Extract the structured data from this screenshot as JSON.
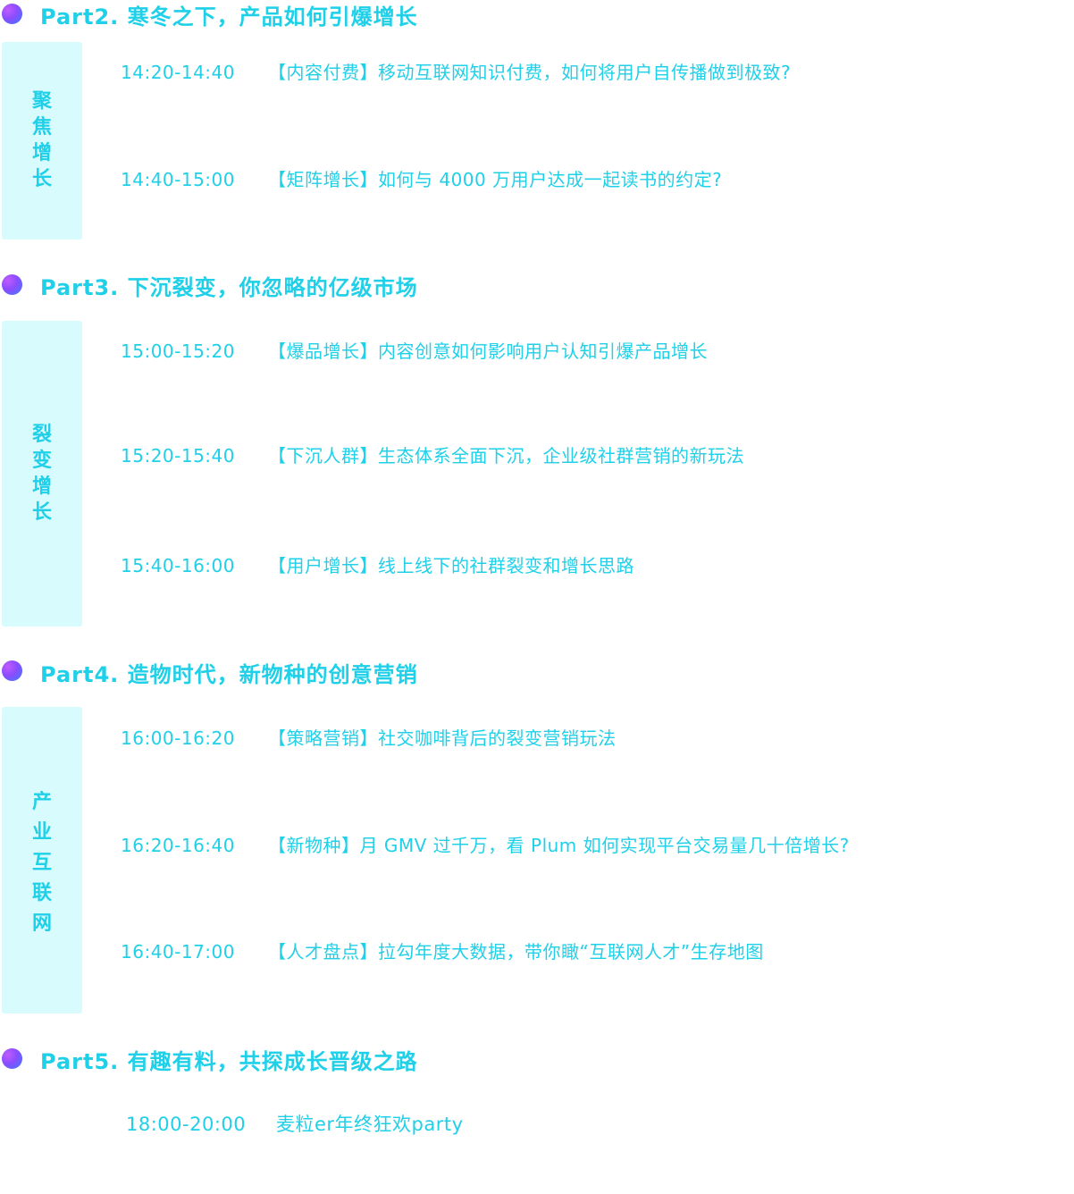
{
  "colors": {
    "accent": "#1fd0e8",
    "box_bg": "#d8fbfd",
    "dot_gradient_start": "#c05cff",
    "dot_gradient_end": "#3b7cff"
  },
  "part2": {
    "title": "Part2. 寒冬之下，产品如何引爆增长",
    "side_label": [
      "聚",
      "焦",
      "增",
      "长"
    ],
    "sessions": [
      {
        "time": "14:20-14:40",
        "talk": "【内容付费】移动互联网知识付费，如何将用户自传播做到极致?"
      },
      {
        "time": "14:40-15:00",
        "talk": "【矩阵增长】如何与 4000 万用户达成一起读书的约定?"
      }
    ]
  },
  "part3": {
    "title": "Part3. 下沉裂变，你忽略的亿级市场",
    "side_label": [
      "裂",
      "变",
      "增",
      "长"
    ],
    "sessions": [
      {
        "time": "15:00-15:20",
        "talk": "【爆品增长】内容创意如何影响用户认知引爆产品增长"
      },
      {
        "time": "15:20-15:40",
        "talk": "【下沉人群】生态体系全面下沉，企业级社群营销的新玩法"
      },
      {
        "time": "15:40-16:00",
        "talk": "【用户增长】线上线下的社群裂变和增长思路"
      }
    ]
  },
  "part4": {
    "title": "Part4. 造物时代，新物种的创意营销",
    "side_label": [
      "产",
      "业",
      "互",
      "联",
      "网"
    ],
    "sessions": [
      {
        "time": "16:00-16:20",
        "talk": "【策略营销】社交咖啡背后的裂变营销玩法"
      },
      {
        "time": "16:20-16:40",
        "talk": "【新物种】月 GMV 过千万，看 Plum 如何实现平台交易量几十倍增长?"
      },
      {
        "time": "16:40-17:00",
        "talk": "【人才盘点】拉勾年度大数据，带你瞰“互联网人才”生存地图"
      }
    ]
  },
  "part5": {
    "title": "Part5. 有趣有料，共探成长晋级之路",
    "sessions": [
      {
        "time": "18:00-20:00",
        "talk": "麦粒er年终狂欢party"
      }
    ]
  }
}
